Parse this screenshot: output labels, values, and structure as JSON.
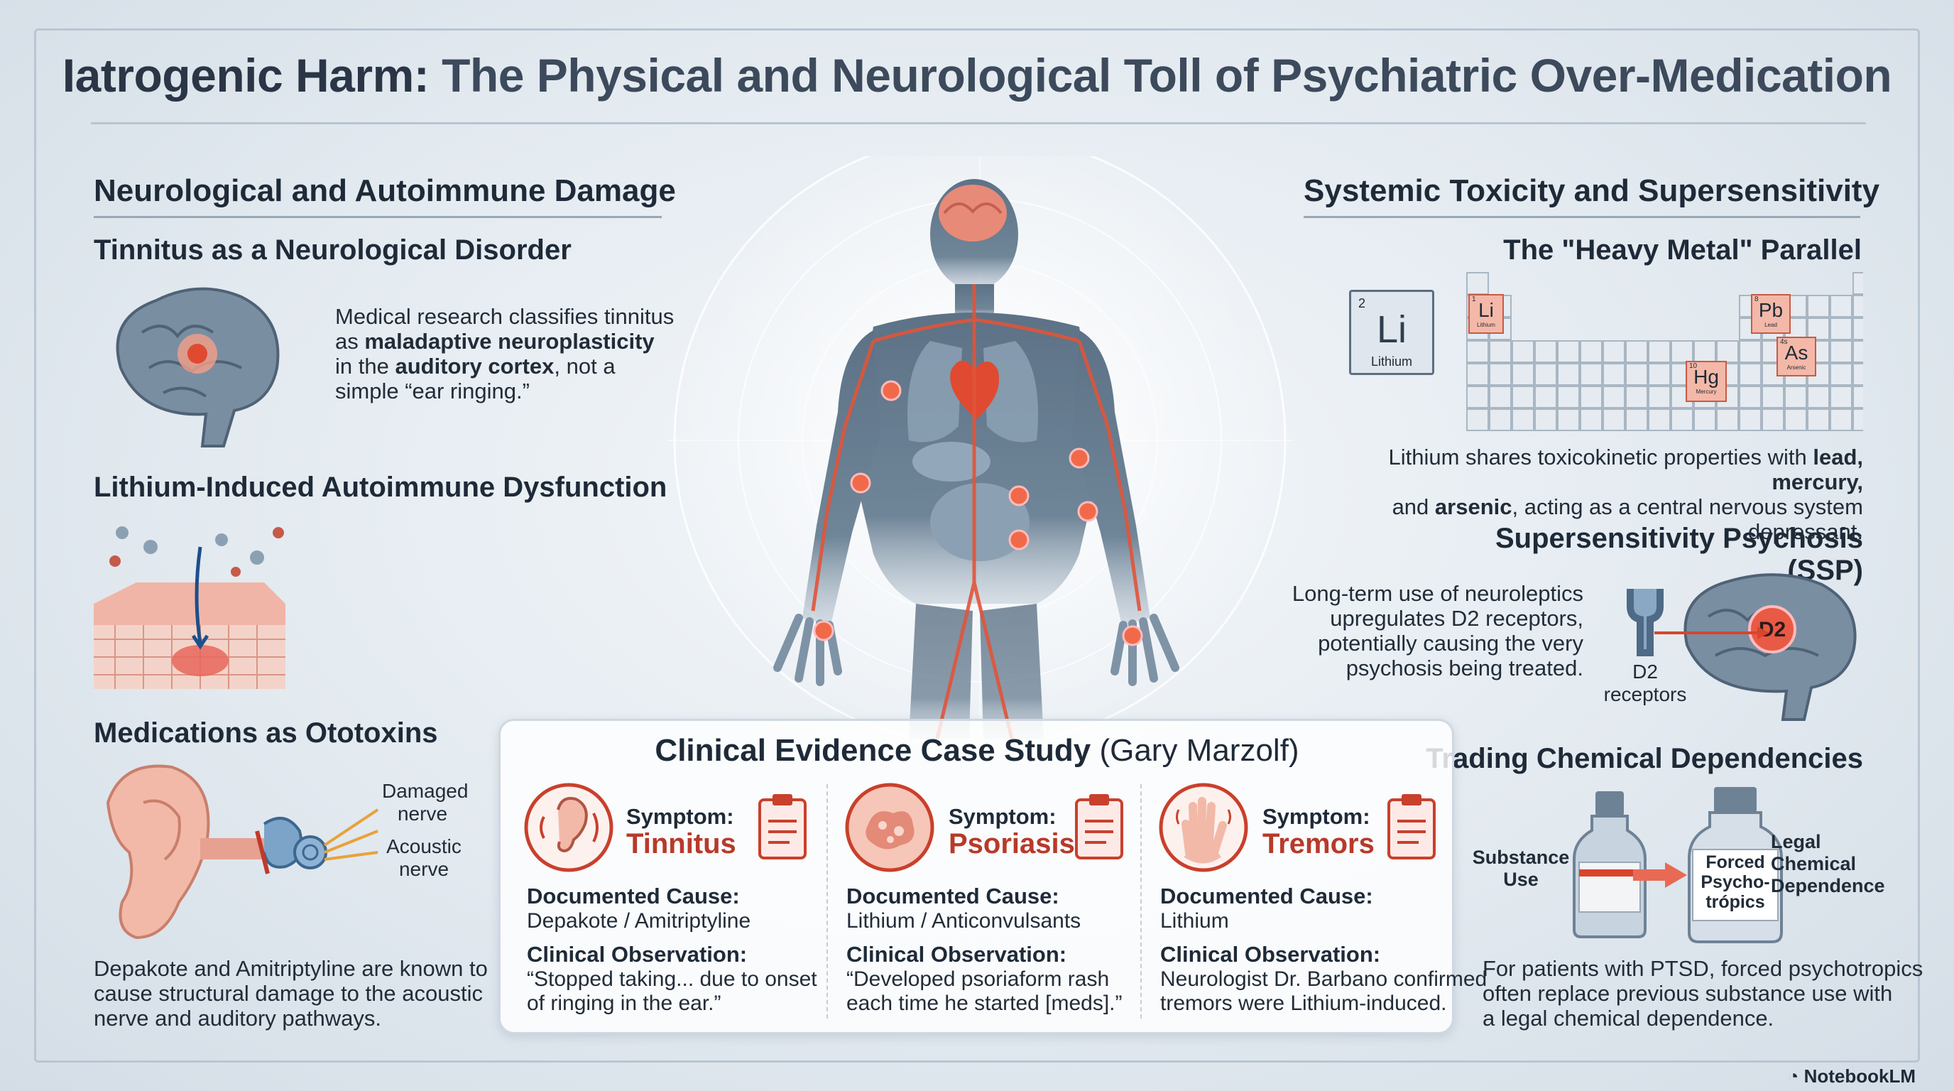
{
  "title": {
    "accent": "Iatrogenic Harm:",
    "rest": "The Physical and Neurological Toll of Psychiatric Over-Medication"
  },
  "left": {
    "heading": "Neurological and Autoimmune Damage",
    "tinnitus": {
      "heading": "Tinnitus as a Neurological Disorder",
      "text_1": "Medical research classifies tinnitus",
      "text_2a": "as ",
      "text_2b": "maladaptive neuroplasticity",
      "text_3a": "in the ",
      "text_3b": "auditory cortex",
      "text_3c": ", not a",
      "text_4": "simple “ear ringing.”"
    },
    "lithium_autoimmune": {
      "heading": "Lithium-Induced Autoimmune Dysfunction"
    },
    "ototoxins": {
      "heading": "Medications as Ototoxins",
      "label_damaged": "Damaged",
      "label_nerve": "nerve",
      "label_acoustic": "Acoustic",
      "label_acoustic_nerve": "nerve",
      "text_1": "Depakote and Amitriptyline are known to",
      "text_2": "cause structural damage to the acoustic",
      "text_3": "nerve and auditory pathways."
    }
  },
  "right": {
    "heading": "Systemic Toxicity and Supersensitivity",
    "heavy_metal": {
      "heading": "The \"Heavy Metal\" Parallel",
      "li_number": "2",
      "li_symbol": "Li",
      "li_name": "Lithium",
      "elements": [
        {
          "num": "1",
          "sym": "Li",
          "name": "Lithium"
        },
        {
          "num": "8",
          "sym": "Pb",
          "name": "Lead"
        },
        {
          "num": "10",
          "sym": "Hg",
          "name": "Mercury"
        },
        {
          "num": "4s",
          "sym": "As",
          "name": "Arsenic"
        }
      ],
      "text_1a": "Lithium shares toxicokinetic properties with ",
      "text_1b": "lead, mercury,",
      "text_2a": "and ",
      "text_2b": "arsenic",
      "text_2c": ", acting as a central nervous system depressant."
    },
    "ssp": {
      "heading": "Supersensitivity Psychosis (SSP)",
      "text_1": "Long-term use of neuroleptics",
      "text_2": "upregulates D2 receptors,",
      "text_3": "potentially causing the very",
      "text_4": "psychosis being treated.",
      "receptor_label_1": "D2",
      "receptor_label_2": "receptors",
      "brain_label": "D2"
    },
    "dependencies": {
      "heading": "Trading Chemical Dependencies",
      "left_label_1": "Substance",
      "left_label_2": "Use",
      "bottle_1": "Forced",
      "bottle_2": "Psycho-",
      "bottle_3": "trópics",
      "right_label_1": "Legal",
      "right_label_2": "Chemical",
      "right_label_3": "Dependence",
      "text_1": "For patients with PTSD, forced psychotropics",
      "text_2": "often replace previous substance use with",
      "text_3": "a legal chemical dependence."
    }
  },
  "case_study": {
    "title_bold": "Clinical Evidence Case Study",
    "title_rest": "(Gary Marzolf)",
    "columns": [
      {
        "symptom_label": "Symptom:",
        "symptom": "Tinnitus",
        "cause_label": "Documented Cause:",
        "cause": "Depakote / Amitriptyline",
        "obs_label": "Clinical Observation:",
        "obs_1": "“Stopped taking... due to onset",
        "obs_2": "of ringing in the ear.”"
      },
      {
        "symptom_label": "Symptom:",
        "symptom": "Psoriasis",
        "cause_label": "Documented Cause:",
        "cause": "Lithium / Anticonvulsants",
        "obs_label": "Clinical Observation:",
        "obs_1": "“Developed psoriaform rash",
        "obs_2": "each time he started [meds].”"
      },
      {
        "symptom_label": "Symptom:",
        "symptom": "Tremors",
        "cause_label": "Documented Cause:",
        "cause": "Lithium",
        "obs_label": "Clinical Observation:",
        "obs_1": "Neurologist Dr. Barbano confirmed",
        "obs_2": "tremors were Lithium-induced."
      }
    ]
  },
  "branding": "NotebookLM",
  "colors": {
    "accent_red": "#d9442c",
    "dark_text": "#1e2a38",
    "panel_border": "#cfd8e1"
  },
  "icons": [
    "brain-icon",
    "ear-icon",
    "body-figure",
    "clipboard-icon",
    "hand-icon",
    "skin-icon",
    "receptor-icon",
    "bottle-icon",
    "periodic-table",
    "notebooklm-logo-icon"
  ]
}
